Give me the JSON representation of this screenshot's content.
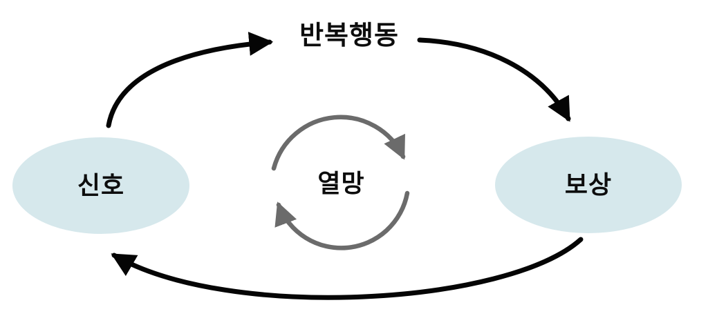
{
  "diagram": {
    "type": "cycle-diagram",
    "top_label": "반복행동",
    "nodes": {
      "cue": {
        "label": "신호"
      },
      "craving": {
        "label": "열망"
      },
      "reward": {
        "label": "보상"
      }
    },
    "colors": {
      "node_fill": "#d6e8ec",
      "craving_fill": "#fbdbad",
      "arrow_black": "#050505",
      "arrow_gray": "#6b6b6b",
      "text": "#0d0d0d",
      "background": "#ffffff"
    }
  }
}
